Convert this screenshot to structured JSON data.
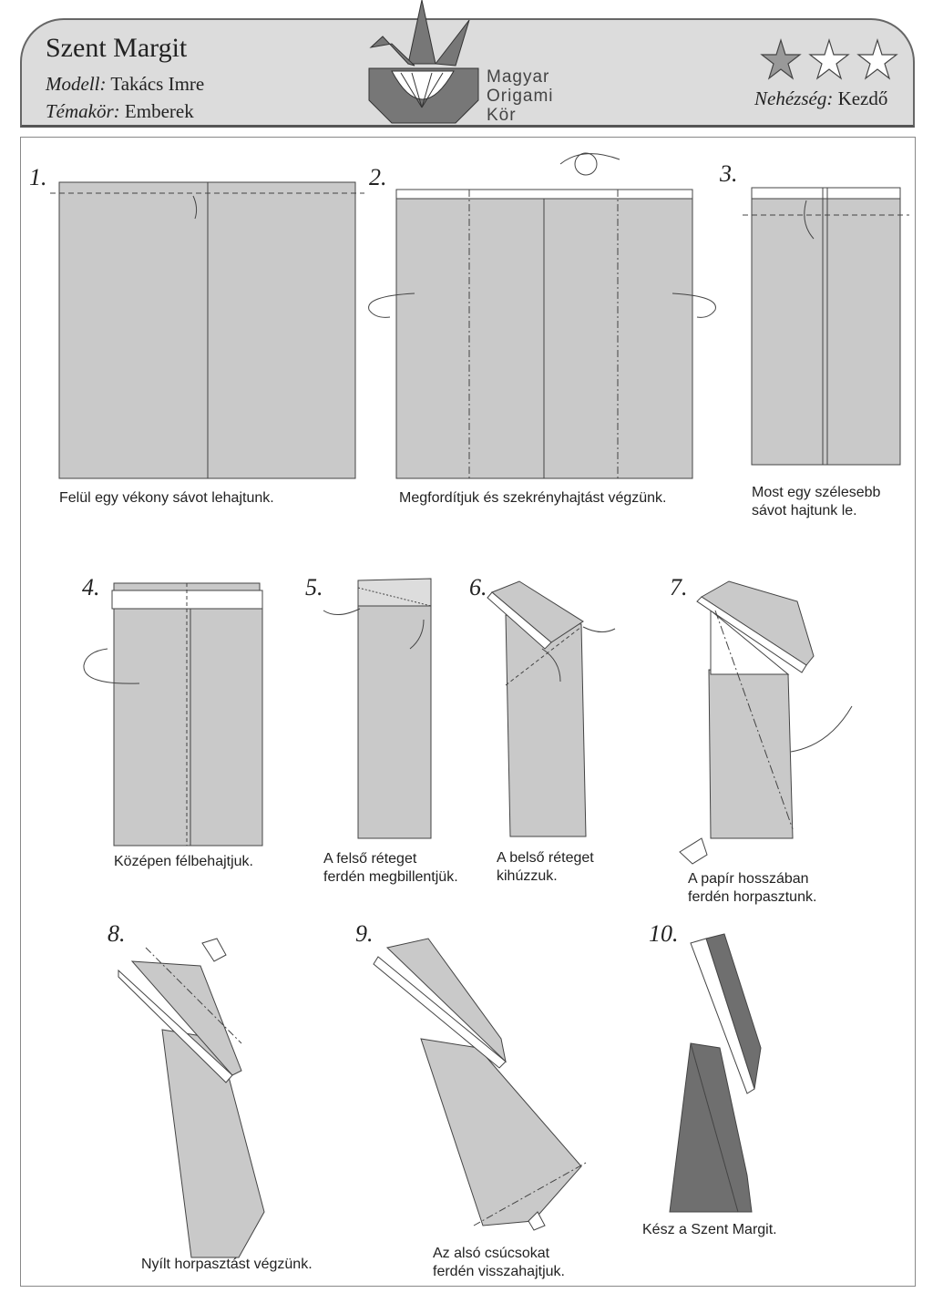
{
  "header": {
    "title": "Szent Margit",
    "model_label": "Modell:",
    "model_value": "Takács Imre",
    "topic_label": "Témakör:",
    "topic_value": "Emberek",
    "logo_lines": [
      "Magyar",
      "Origami",
      "Kör"
    ],
    "difficulty_label": "Nehézség:",
    "difficulty_value": "Kezdő",
    "difficulty_stars": {
      "filled": 1,
      "total": 3
    }
  },
  "steps": [
    {
      "number": "1.",
      "caption": "Felül egy vékony sávot lehajtunk."
    },
    {
      "number": "2.",
      "caption": "Megfordítjuk és szekrényhajtást végzünk."
    },
    {
      "number": "3.",
      "caption_lines": [
        "Most egy szélesebb",
        "sávot hajtunk le."
      ]
    },
    {
      "number": "4.",
      "caption": "Középen félbehajtjuk."
    },
    {
      "number": "5.",
      "caption_lines": [
        "A felső réteget",
        "ferdén megbillentjük."
      ]
    },
    {
      "number": "6.",
      "caption_lines": [
        "A belső réteget",
        "kihúzzuk."
      ]
    },
    {
      "number": "7.",
      "caption_lines": [
        "A papír hosszában",
        "ferdén horpasztunk."
      ]
    },
    {
      "number": "8.",
      "caption": "Nyílt horpasztást végzünk."
    },
    {
      "number": "9.",
      "caption_lines": [
        "Az alsó csúcsokat",
        "ferdén visszahajtjuk."
      ]
    },
    {
      "number": "10.",
      "caption": "Kész a Szent Margit."
    }
  ],
  "colors": {
    "paper": "#c9c9c9",
    "dark": "#6f6f6f",
    "header": "#dcdcdc"
  }
}
